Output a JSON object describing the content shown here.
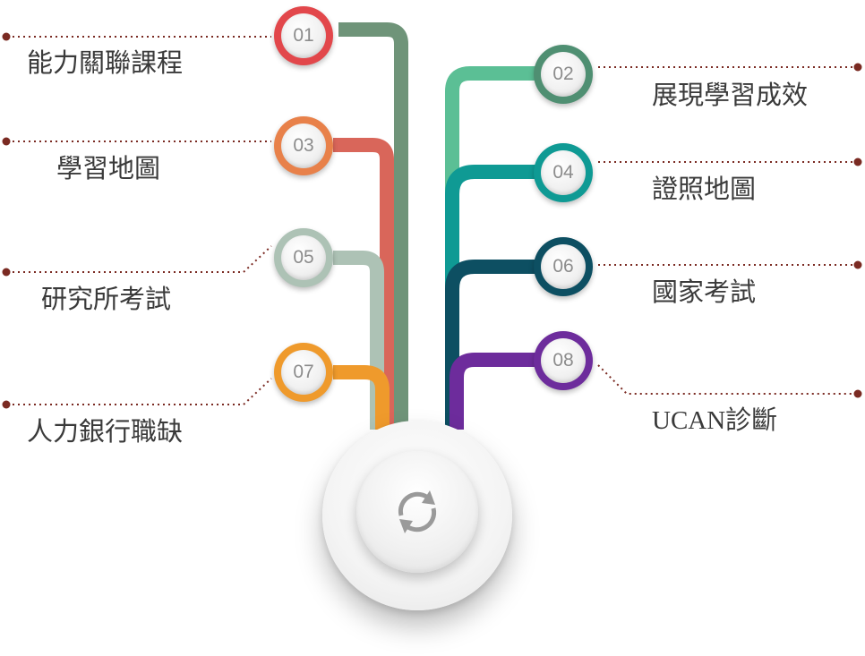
{
  "center": {
    "icon": "refresh-cycle-icon"
  },
  "items": [
    {
      "num": "01",
      "label": "能力關聯課程",
      "color": "#6f9479",
      "ring": "#e2474b"
    },
    {
      "num": "02",
      "label": "展現學習成效",
      "color": "#5bbf95",
      "ring": "#4f8f72"
    },
    {
      "num": "03",
      "label": "學習地圖",
      "color": "#d9665a",
      "ring": "#e8814a"
    },
    {
      "num": "04",
      "label": "證照地圖",
      "color": "#0f9a94",
      "ring": "#0f9a94"
    },
    {
      "num": "05",
      "label": "研究所考試",
      "color": "#adc2b5",
      "ring": "#adc2b5"
    },
    {
      "num": "06",
      "label": "國家考試",
      "color": "#0d4f62",
      "ring": "#0d4f62"
    },
    {
      "num": "07",
      "label": "人力銀行職缺",
      "color": "#ef9a2c",
      "ring": "#ef9a2c"
    },
    {
      "num": "08",
      "label": "UCAN診斷",
      "color": "#6d2c9c",
      "ring": "#6d2c9c"
    }
  ],
  "colors": {
    "dotted_line": "#7a2a22",
    "text": "#3a3a3a",
    "number": "#8c8c8c"
  }
}
